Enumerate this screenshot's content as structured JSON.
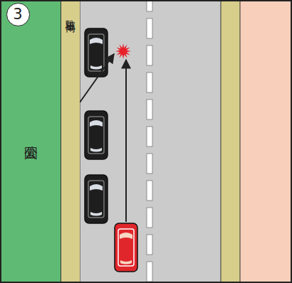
{
  "diagram": {
    "nodes": [
      {
        "text": [
          "3"
        ]
      },
      {
        "text": [
          "駐車車両"
        ]
      },
      {
        "text": [
          "公園"
        ]
      }
    ]
  }
}
